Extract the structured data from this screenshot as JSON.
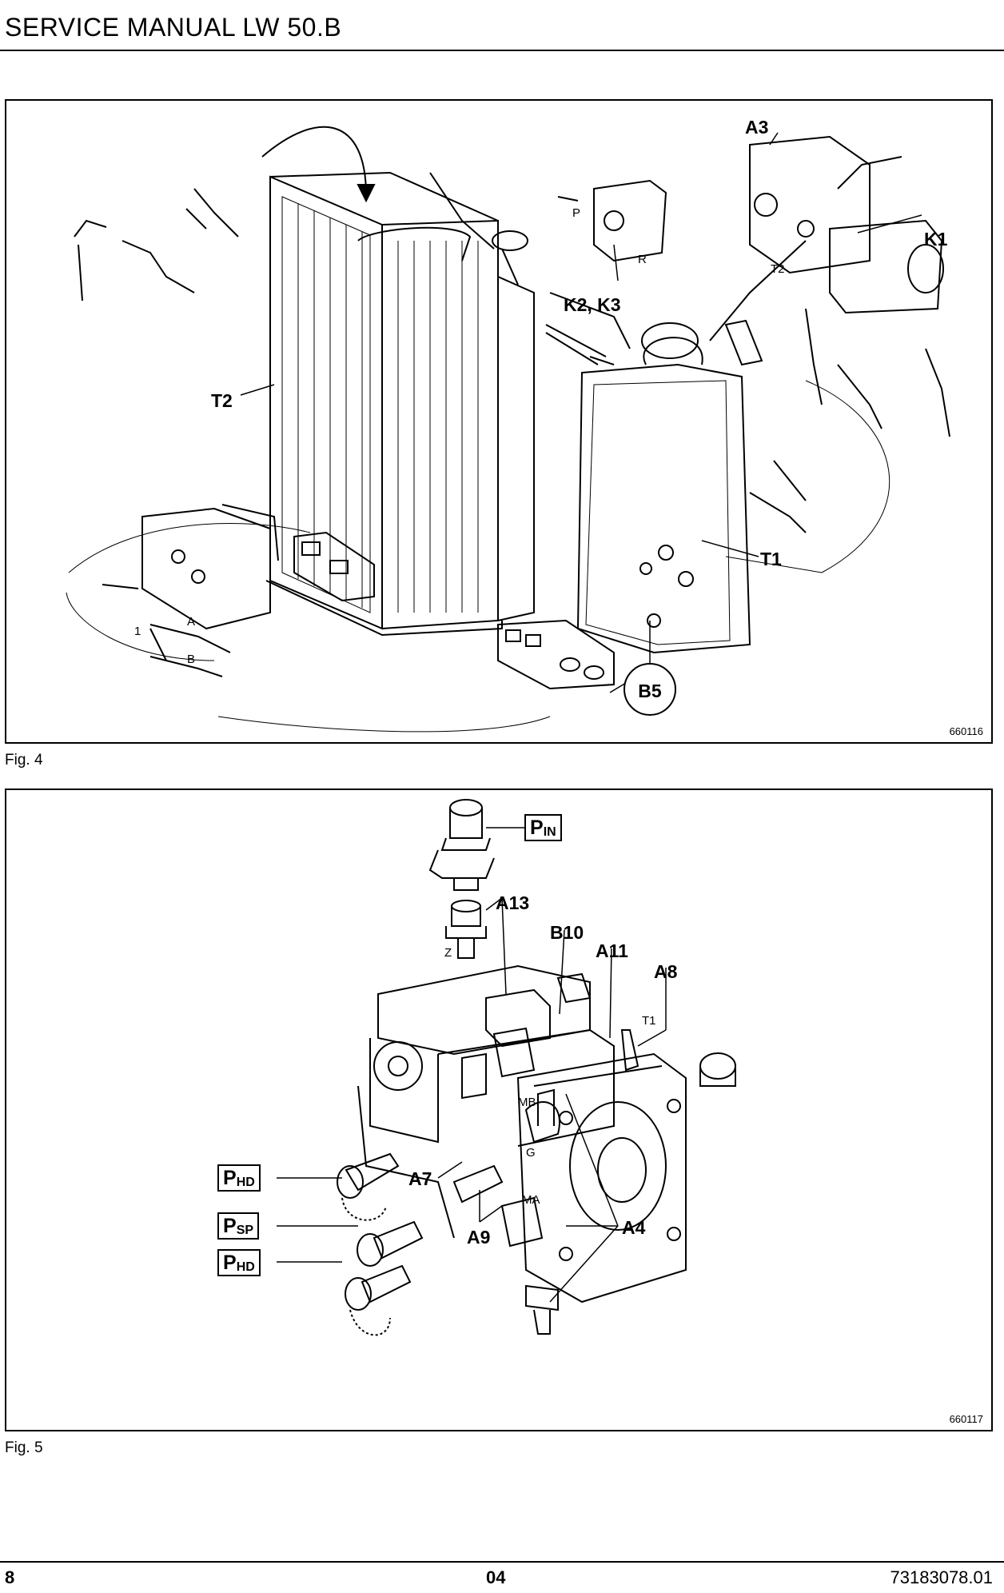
{
  "header": {
    "title": "SERVICE MANUAL LW 50.B"
  },
  "figure4": {
    "caption": "Fig. 4",
    "drawing_id": "660116",
    "labels": {
      "a3": "A3",
      "k1": "K1",
      "k2k3": "K2, K3",
      "t2": "T2",
      "t1": "T1",
      "b5": "B5"
    },
    "port_marks": {
      "p": "P",
      "r": "R",
      "t2_small": "T2",
      "a": "A",
      "b": "B",
      "one": "1"
    }
  },
  "figure5": {
    "caption": "Fig. 5",
    "drawing_id": "660117",
    "labels": {
      "a13": "A13",
      "b10": "B10",
      "a11": "A11",
      "a8": "A8",
      "a7": "A7",
      "a9": "A9",
      "a4": "A4"
    },
    "boxed_labels": {
      "pin_main": "P",
      "pin_sub": "IN",
      "phd1_main": "P",
      "phd1_sub": "HD",
      "psp_main": "P",
      "psp_sub": "SP",
      "phd2_main": "P",
      "phd2_sub": "HD"
    },
    "port_marks": {
      "z": "Z",
      "t1": "T1",
      "mb": "MB",
      "g": "G",
      "ma": "MA"
    }
  },
  "footer": {
    "page_number": "8",
    "section": "04",
    "doc_number": "73183078.01"
  }
}
